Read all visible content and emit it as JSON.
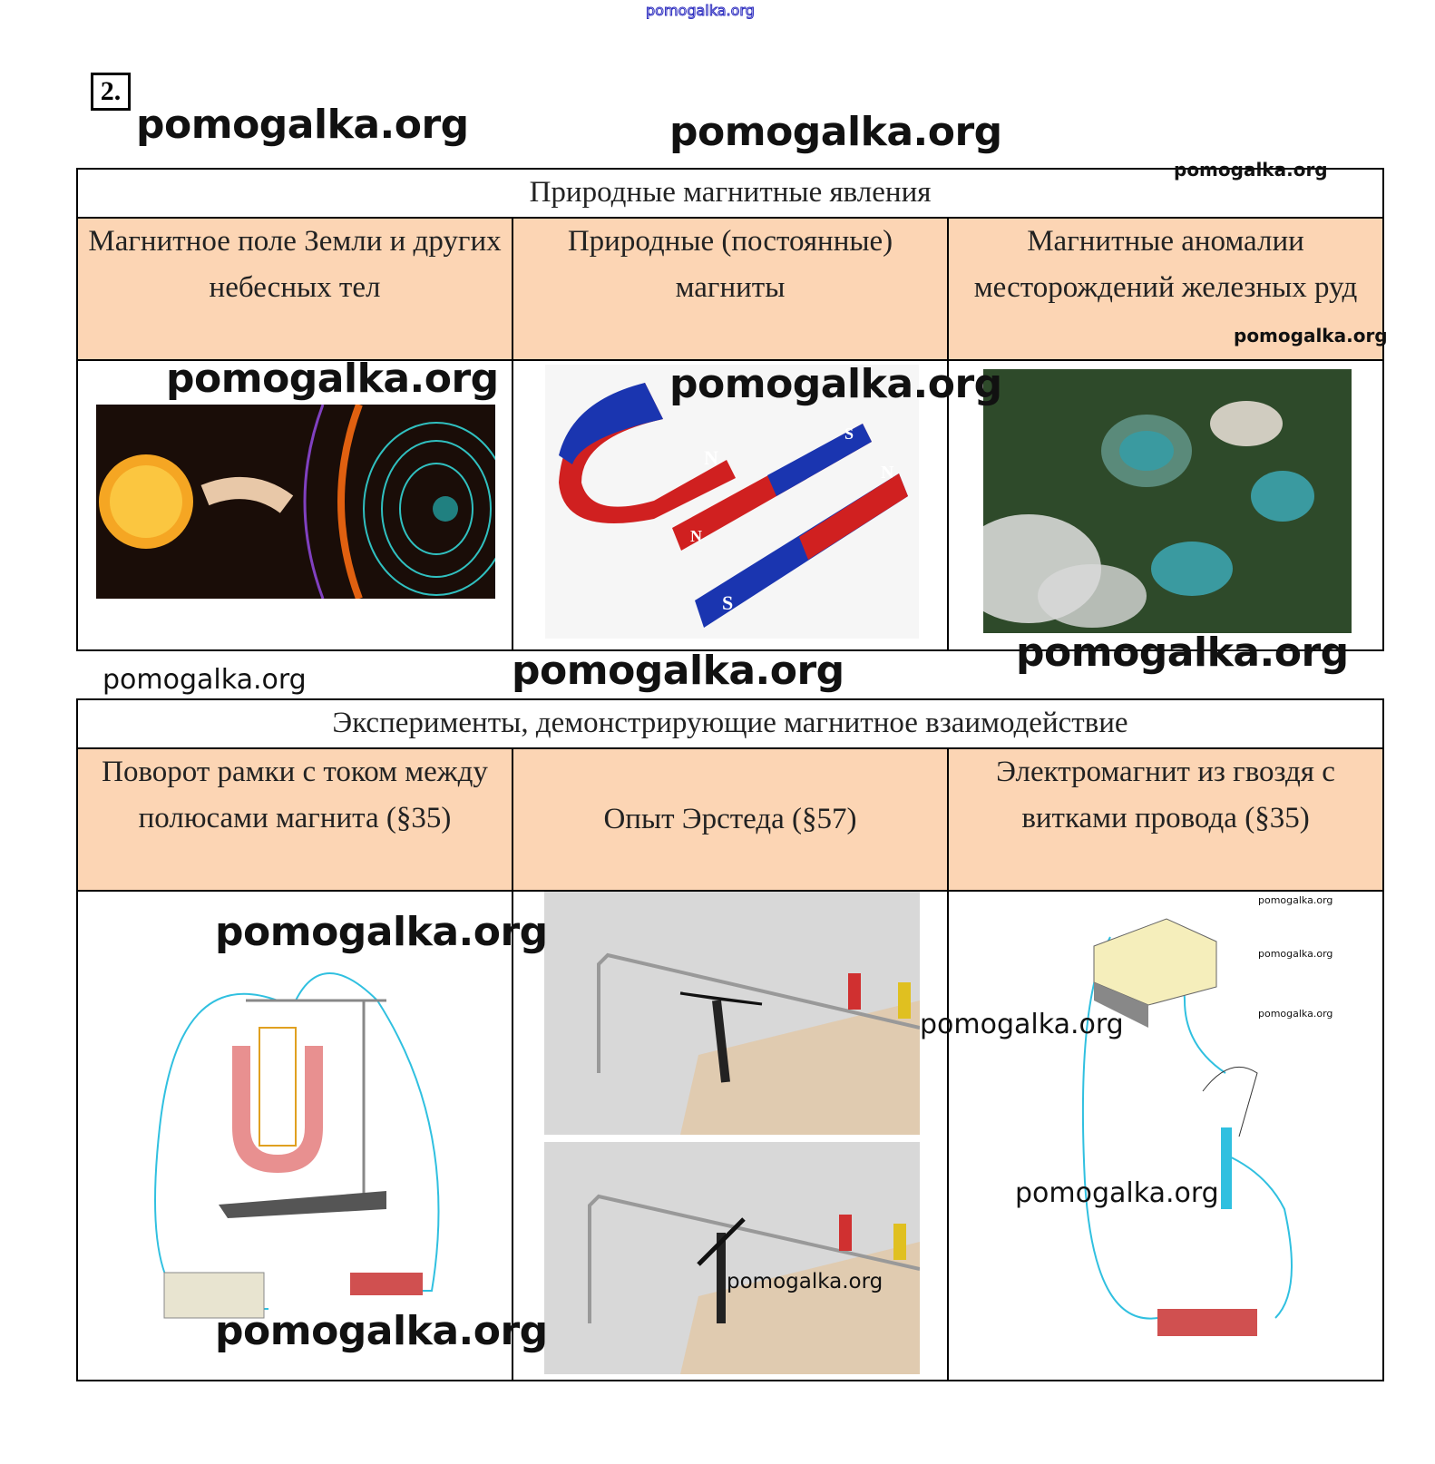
{
  "watermark": "pomogalka.org",
  "task_number": "2.",
  "table1": {
    "title": "Природные магнитные явления",
    "headers": [
      "Магнитное поле Земли и других небесных тел",
      "Природные (постоянные) магниты",
      "Магнитные аномалии месторождений железных руд"
    ]
  },
  "table2": {
    "title": "Эксперименты, демонстрирующие магнитное взаимодействие",
    "headers": [
      "Поворот рамки с током между полюсами магнита (§35)",
      "Опыт Эрстеда (§57)",
      "Электромагнит из гвоздя с витками провода (§35)"
    ]
  },
  "magnet_labels": {
    "n": "N",
    "s": "S"
  }
}
